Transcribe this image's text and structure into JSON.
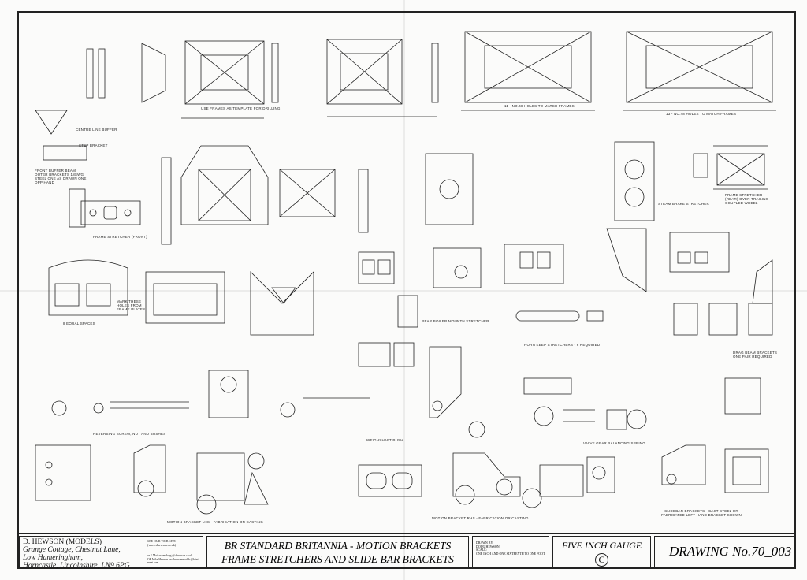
{
  "captions": {
    "template": "USE FRAMES AS TEMPLATE FOR DRILLING",
    "holes_1": "11 - No.48 HOLES TO MATCH FRAMES",
    "holes_2": "13 - No.48 HOLES TO MATCH FRAMES",
    "step_bracket": "STEP BRACKET",
    "centre_line_buffer": "CENTRE LINE BUFFER",
    "buffer_beam": "FRONT BUFFER BEAM OUTER BRACKETS 18swg STEEL ONE AS DRAWN ONE OPP HAND",
    "frame_stretcher_front": "FRAME STRETCHER (FRONT)",
    "steam_brake": "STEAM BRAKE STRETCHER",
    "frame_stretcher_rear": "FRAME STRETCHER (REAR) OVER TRAILING COUPLED WHEEL",
    "mark_holes": "MARK THESE HOLES FROM FRAME PLATES",
    "rear_boiler": "REAR BOILER MOUNTH STRETCHER",
    "horn_keep": "HORN KEEP STRETCHERS - 6 REQUIRED",
    "drag_beam": "DRAG BEAM BRACKETS ONE PAIR REQUIRED",
    "reversing_screw": "REVERSING SCREW, NUT AND BUSHES",
    "valve_gear": "VALVE GEAR BALANCING SPRING",
    "motion_lhs": "MOTION BRACKET LHS - FABRICATION OR CASTING",
    "motion_rhs": "MOTION BRACKET RHS - FABRICATION OR CASTING",
    "slidebar": "SLIDEBAR BRACKETS - CAST STEEL OR FABRICATED LEFT HAND BRACKET SHOWN",
    "weighshaft": "WEIGHSHAFT BUSH",
    "equal_spaces": "8 EQUAL SPACES"
  },
  "title_block": {
    "company": "D. HEWSON (MODELS)",
    "address_1": "Grange Cottage, Chestnut Lane,",
    "address_2": "Low Hameringham,",
    "address_3": "Horncastle, Lincolnshire, LN9 6PG",
    "website": "SEE OUR WEB SITE (www.dhewson.co.uk)",
    "email_1": "or E.Mail us on doug @ dhewson.co.uk",
    "email_2": "OR Mike Hewson on dhewsonmodels@btinternet.com",
    "title_line_1": "BR STANDARD BRITANNIA - MOTION BRACKETS",
    "title_line_2": "FRAME STRETCHERS AND SLIDE BAR BRACKETS",
    "drawn_by_label": "DRAWN BY:",
    "drawn_by": "DOUG HEWSON",
    "scale_label": "SCALE:",
    "scale": "ONE INCH AND ONE SIXTEENTH TO ONE FOOT",
    "gauge": "FIVE INCH GAUGE",
    "copyright": "C",
    "drawing_number": "DRAWING No.70_003"
  }
}
